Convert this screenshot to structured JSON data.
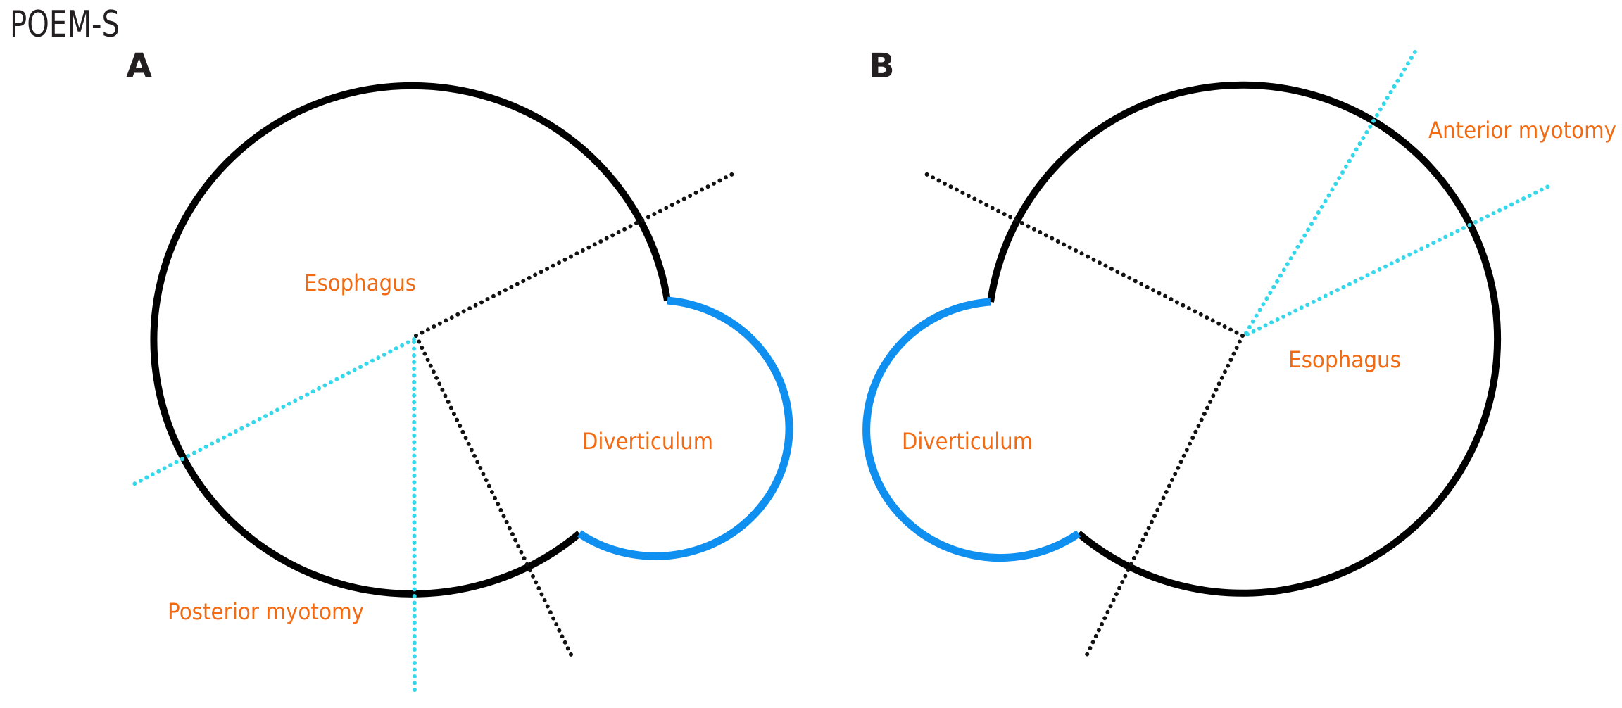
{
  "title": "POEM-S",
  "colors": {
    "wall": "#000000",
    "diverticulum": "#0f8fef",
    "myotomy": "#35d8ea",
    "label": "#f26a12"
  },
  "panels": [
    {
      "letter": "A",
      "esophagus": "Esophagus",
      "diverticulum": "Diverticulum",
      "myotomy": "Posterior myotomy"
    },
    {
      "letter": "B",
      "esophagus": "Esophagus",
      "diverticulum": "Diverticulum",
      "myotomy": "Anterior myotomy"
    }
  ]
}
